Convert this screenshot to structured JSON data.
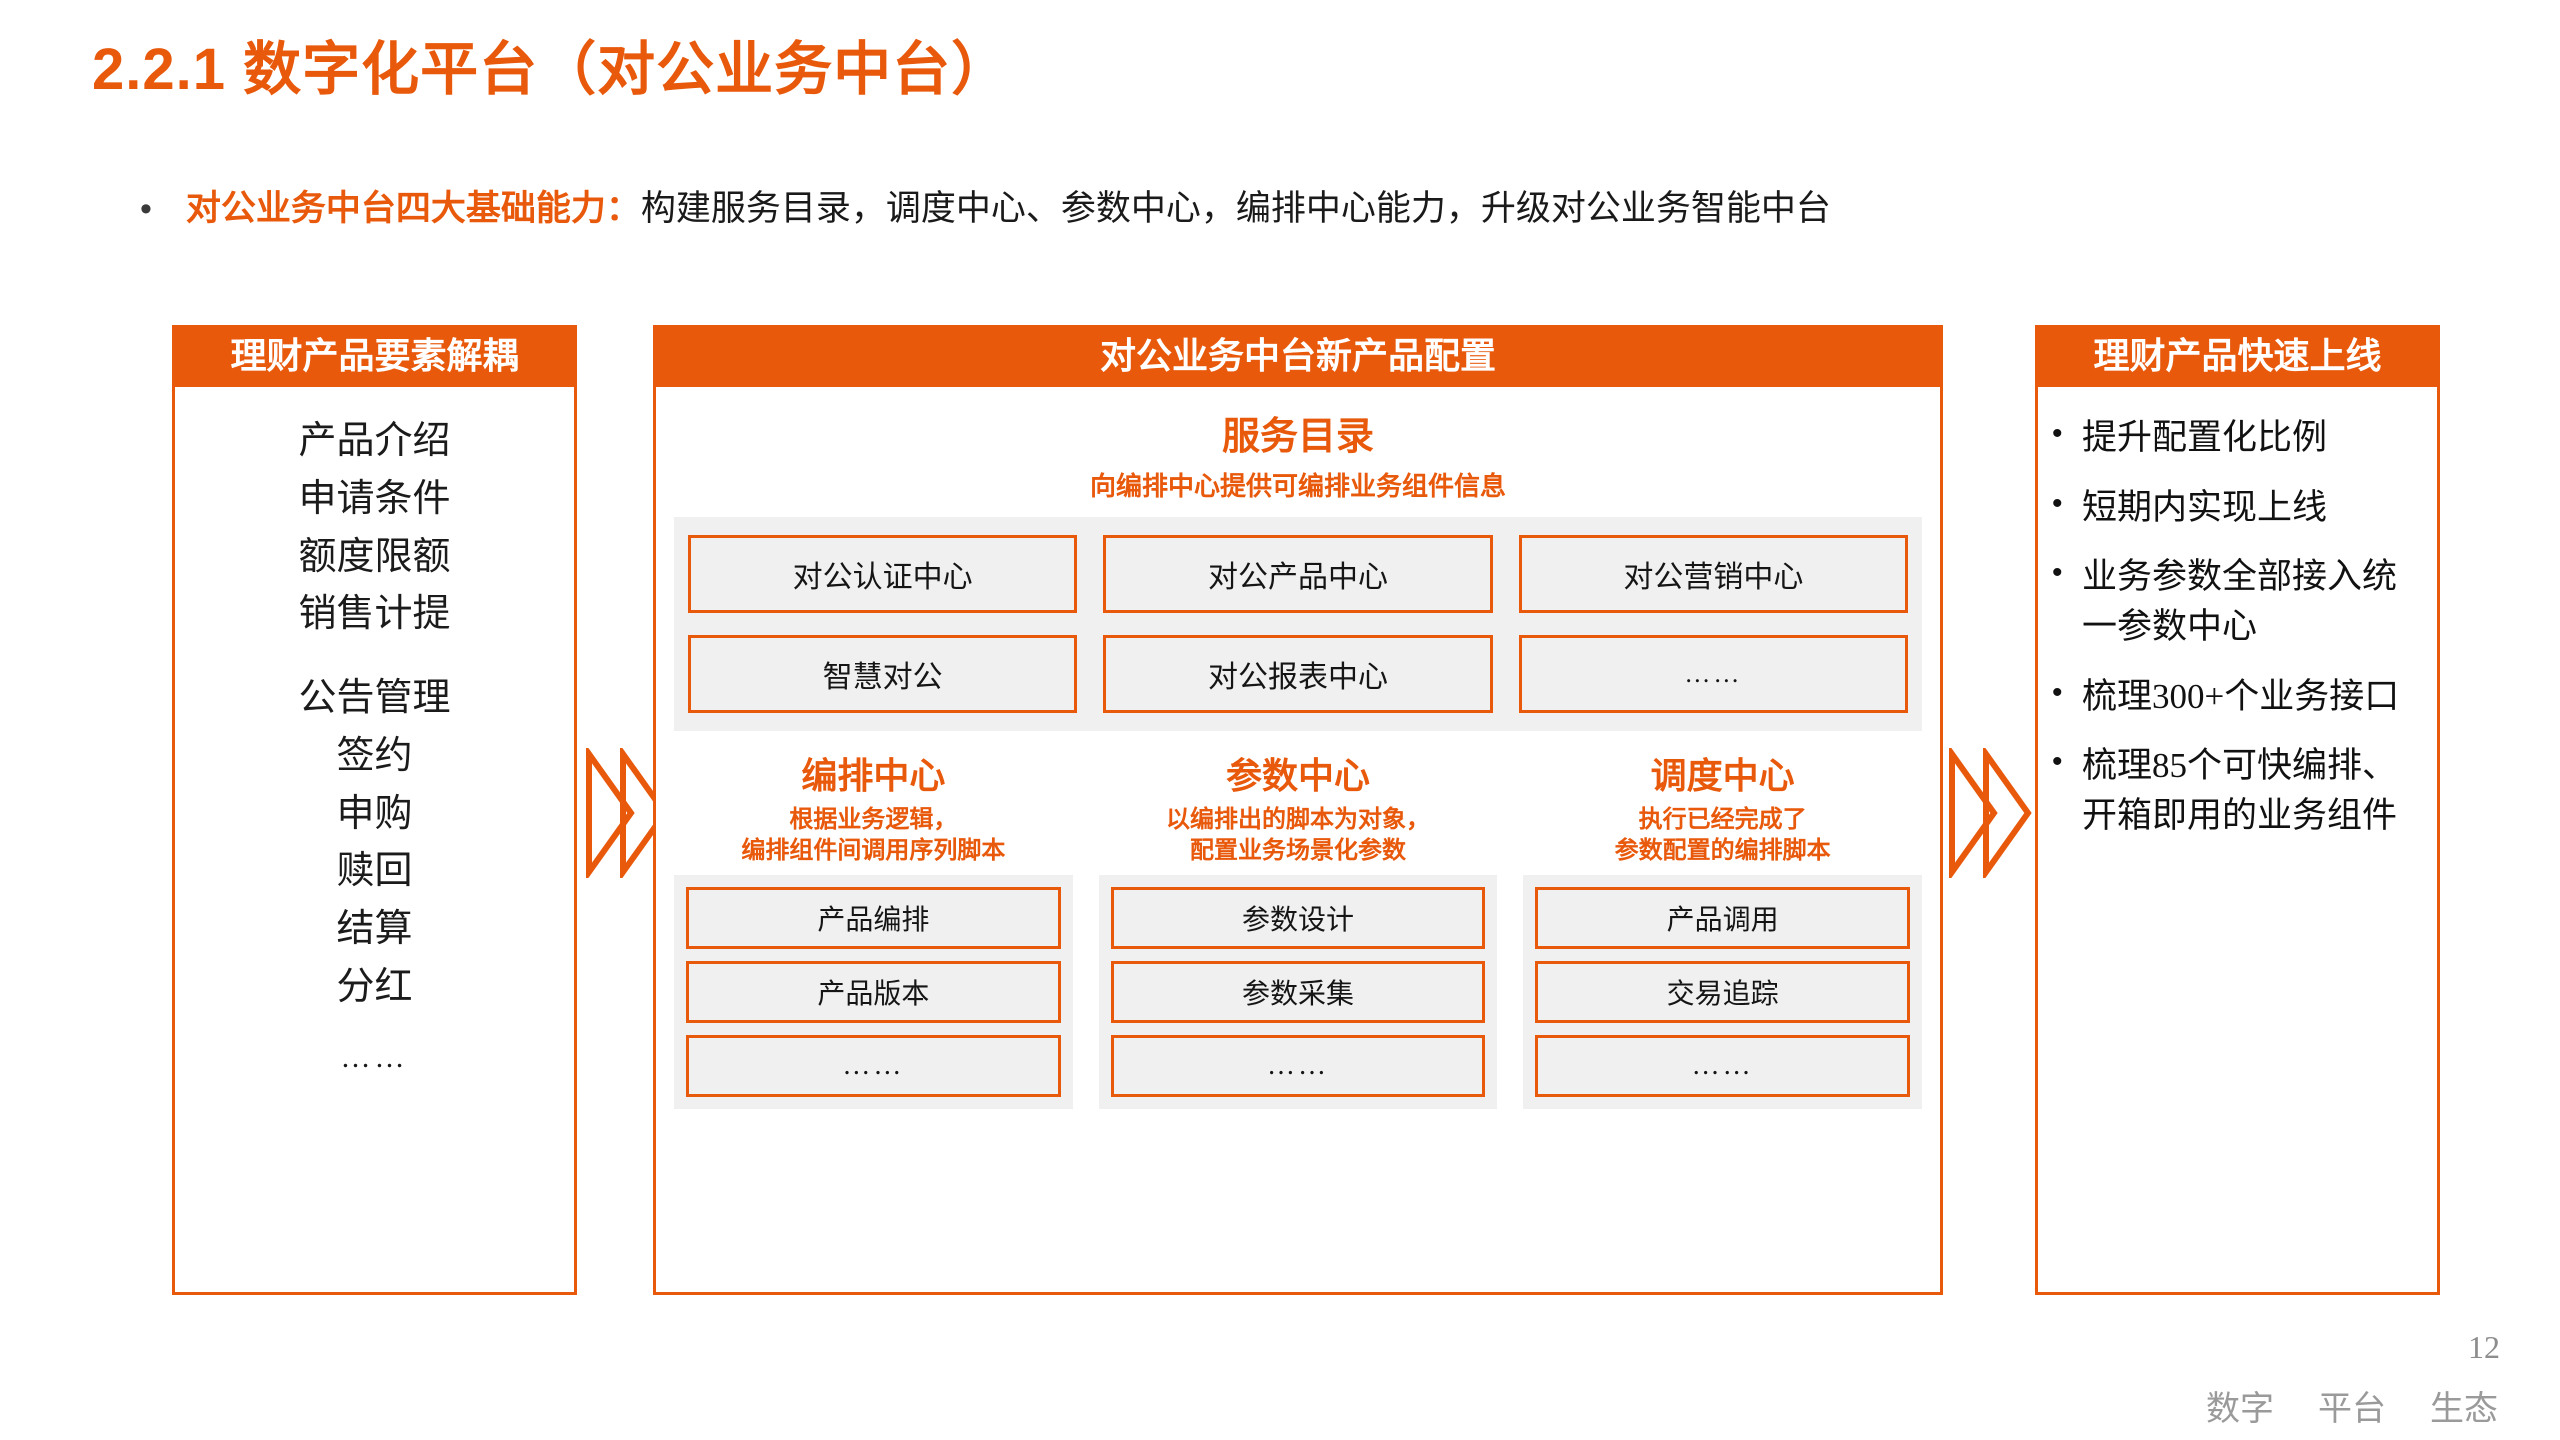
{
  "slide": {
    "title": "2.2.1 数字化平台（对公业务中台）",
    "bullet_marker": "•",
    "lead_strong": "对公业务中台四大基础能力：",
    "lead_rest": "构建服务目录，调度中心、参数中心，编排中心能力，升级对公业务智能中台",
    "accent_color": "#E8590C",
    "panel_bg_gray": "#F0F0F0"
  },
  "left_panel": {
    "header": "理财产品要素解耦",
    "items": [
      "产品介绍",
      "申请条件",
      "额度限额",
      "销售计提",
      "公告管理",
      "签约",
      "申购",
      "赎回",
      "结算",
      "分红",
      "……"
    ]
  },
  "center_panel": {
    "header": "对公业务中台新产品配置",
    "service_catalog": {
      "title": "服务目录",
      "subtitle": "向编排中心提供可编排业务组件信息",
      "cells": [
        "对公认证中心",
        "对公产品中心",
        "对公营销中心",
        "智慧对公",
        "对公报表中心",
        "……"
      ]
    },
    "columns": [
      {
        "head": "编排中心",
        "desc_line1": "根据业务逻辑，",
        "desc_line2": "编排组件间调用序列脚本",
        "items": [
          "产品编排",
          "产品版本",
          "……"
        ]
      },
      {
        "head": "参数中心",
        "desc_line1": "以编排出的脚本为对象，",
        "desc_line2": "配置业务场景化参数",
        "items": [
          "参数设计",
          "参数采集",
          "……"
        ]
      },
      {
        "head": "调度中心",
        "desc_line1": "执行已经完成了",
        "desc_line2": "参数配置的编排脚本",
        "items": [
          "产品调用",
          "交易追踪",
          "……"
        ]
      }
    ]
  },
  "right_panel": {
    "header": "理财产品快速上线",
    "bullet_marker": "•",
    "items": [
      "提升配置化比例",
      "短期内实现上线",
      "业务参数全部接入统一参数中心",
      "梳理300+个业务接口",
      "梳理85个可快编排、开箱即用的业务组件"
    ]
  },
  "footer": {
    "watermark": [
      "数字",
      "平台",
      "生态"
    ],
    "page_number": "12"
  }
}
